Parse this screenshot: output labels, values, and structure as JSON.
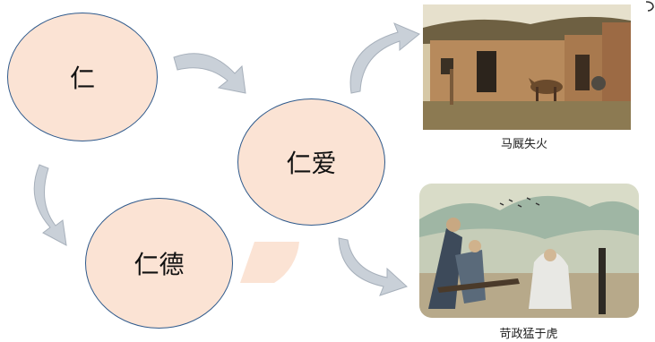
{
  "nodes": {
    "ren": "仁",
    "renai": "仁爱",
    "rende": "仁德"
  },
  "photos": {
    "stable_fire_caption": "马厩失火",
    "tyranny_caption": "苛政猛于虎"
  },
  "icons": {
    "arrow": "curved-arrow-icon"
  },
  "colors": {
    "circle_fill": "#fbe3d4",
    "circle_border": "#2f5a8c",
    "arrow_fill": "#c9d0d8"
  }
}
